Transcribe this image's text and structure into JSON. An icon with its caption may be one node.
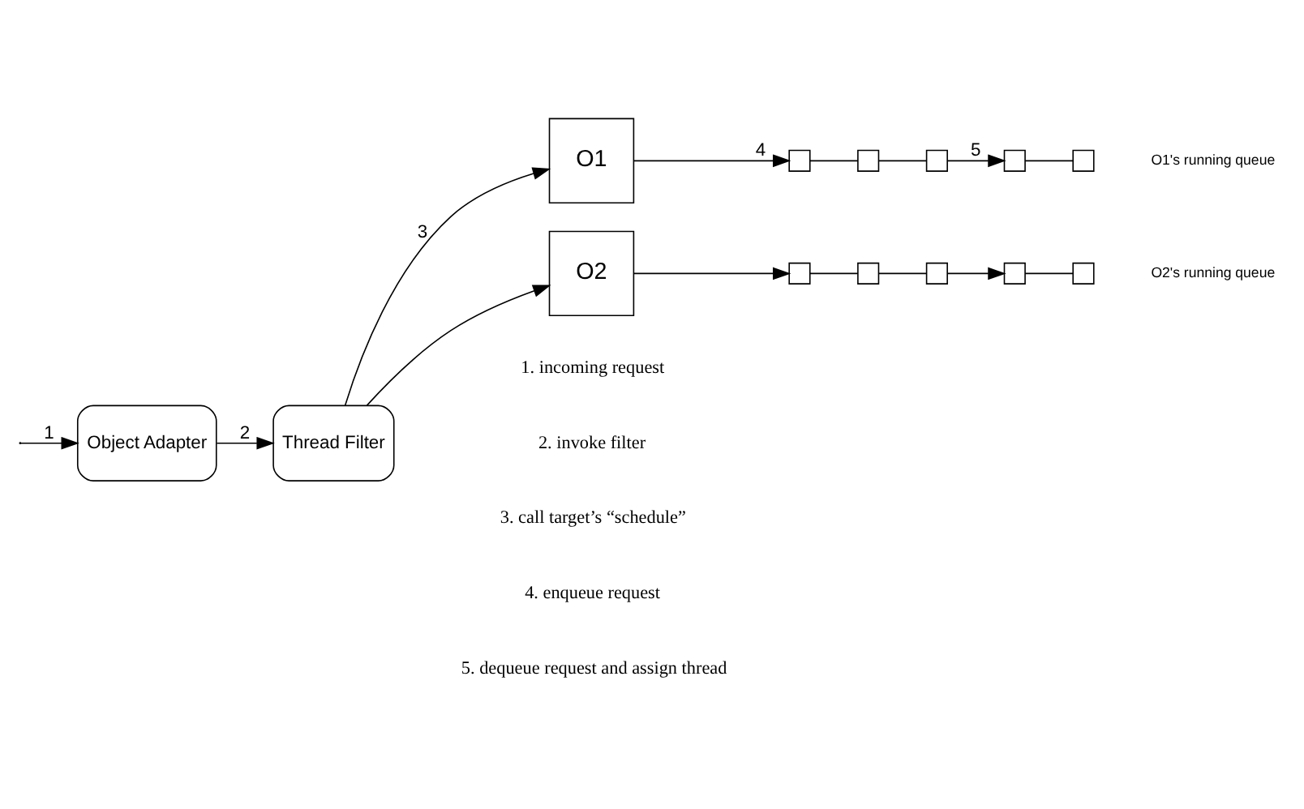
{
  "diagram": {
    "nodes": [
      {
        "text": [
          "Object Adapter"
        ]
      },
      {
        "text": [
          "Thread Filter"
        ]
      },
      {
        "text": [
          "O1"
        ]
      },
      {
        "text": [],
        "shape": "box"
      },
      {
        "text": [],
        "shape": "box"
      },
      {
        "text": [],
        "shape": "box"
      },
      {
        "text": [],
        "shape": "box"
      },
      {
        "text": [],
        "shape": "box"
      },
      {
        "text": [
          "O2"
        ]
      },
      {
        "text": [],
        "shape": "box"
      },
      {
        "text": [],
        "shape": "box"
      },
      {
        "text": [],
        "shape": "box"
      },
      {
        "text": [],
        "shape": "box"
      },
      {
        "text": [],
        "shape": "box"
      }
    ],
    "edges": [
      {
        "from": null,
        "to": 0,
        "arrow": "to",
        "label": "1"
      },
      {
        "from": 0,
        "to": 1,
        "arrow": "to",
        "label": "2"
      },
      {
        "from": 1,
        "to": 2,
        "arrow": "to",
        "label": "3"
      },
      {
        "from": 1,
        "to": 8,
        "arrow": "to"
      },
      {
        "from": 2,
        "to": 3,
        "arrow": "to",
        "label": "4"
      },
      {
        "from": 3,
        "to": 4,
        "arrow": "none"
      },
      {
        "from": 4,
        "to": 5,
        "arrow": "none"
      },
      {
        "from": 5,
        "to": 6,
        "arrow": "to",
        "label": "5"
      },
      {
        "from": 6,
        "to": 7,
        "arrow": "none"
      },
      {
        "from": 8,
        "to": 9,
        "arrow": "to"
      },
      {
        "from": 9,
        "to": 10,
        "arrow": "none"
      },
      {
        "from": 10,
        "to": 11,
        "arrow": "none"
      },
      {
        "from": 11,
        "to": 12,
        "arrow": "to"
      },
      {
        "from": 12,
        "to": 13,
        "arrow": "none"
      }
    ],
    "labels": [
      "O1's running queue",
      "O2's running queue",
      "1. incoming request",
      "2. invoke filter",
      "3. call target’s “schedule”",
      "4. enqueue request",
      "5. dequeue request and assign thread"
    ]
  }
}
